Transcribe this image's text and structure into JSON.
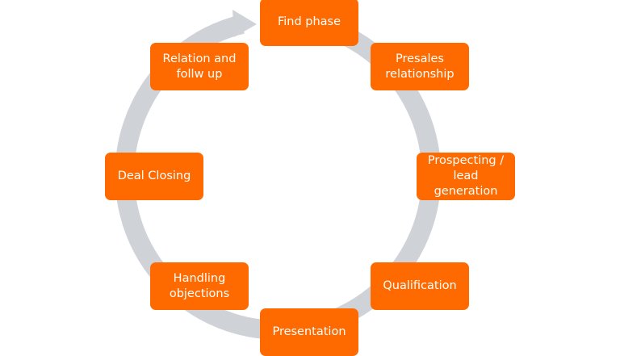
{
  "diagram": {
    "type": "cycle",
    "colors": {
      "node_fill": "#ff6a00",
      "node_text": "#ffffff",
      "ring": "#cfd3d8"
    },
    "nodes": [
      {
        "label": "Find phase"
      },
      {
        "label": "Presales\nrelationship"
      },
      {
        "label": "Prospecting /\nlead\ngeneration"
      },
      {
        "label": "Qualification"
      },
      {
        "label": "Presentation"
      },
      {
        "label": "Handling\nobjections"
      },
      {
        "label": "Deal Closing"
      },
      {
        "label": "Relation and\nfollw up"
      }
    ]
  }
}
